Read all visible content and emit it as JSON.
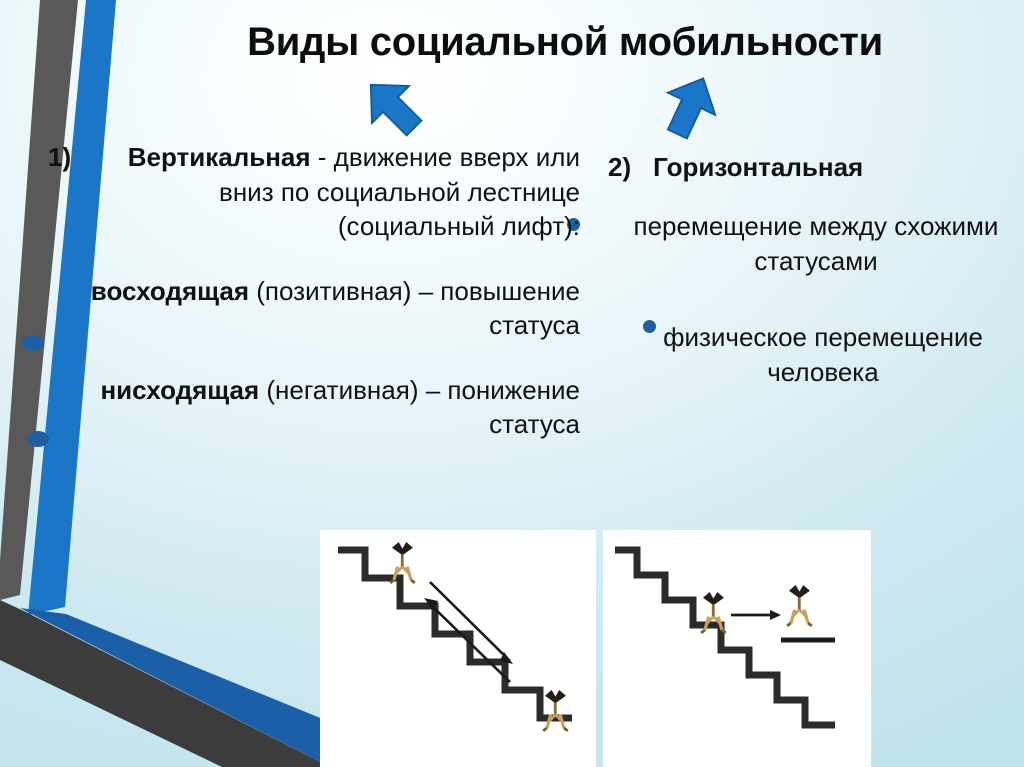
{
  "slide": {
    "title": "Виды социальной мобильности",
    "background_color": "#ddf0f6",
    "accent_blue": "#1B76C8",
    "accent_dark_blue": "#1F5FA0",
    "accent_gray": "#555555",
    "text_color": "#111111"
  },
  "arrows": {
    "left": {
      "name": "down-left-arrow",
      "color": "#1B76C8",
      "direction": "down-left"
    },
    "right": {
      "name": "down-right-arrow",
      "color": "#1B76C8",
      "direction": "down-right"
    }
  },
  "left_column": {
    "marker": "1)",
    "term": "Вертикальная",
    "definition": " - движение вверх или вниз по социальной лестнице (социальный лифт):",
    "ascending_term": "восходящая",
    "ascending_rest": " (позитивная) – повышение статуса",
    "descending_term": "нисходящая",
    "descending_rest": " (негативная) – понижение статуса"
  },
  "right_column": {
    "marker": "2)",
    "term": "Горизонтальная",
    "line_between": "перемещение между схожими статусами",
    "line_physical": "физическое перемещение человека"
  },
  "bullets": [
    {
      "name": "bullet-dot-1",
      "color": "#1F5FA0"
    },
    {
      "name": "bullet-dot-2",
      "color": "#1F5FA0"
    }
  ],
  "pictures": {
    "vertical": {
      "name": "vertical-mobility-illustration",
      "description": "Лестница с двумя фигурами человека и двумя стрелками вверх и вниз"
    },
    "horizontal": {
      "name": "horizontal-mobility-illustration",
      "description": "Лестница с фигурой человека и горизонтальной стрелкой к другой фигуре на той же высоте"
    }
  }
}
